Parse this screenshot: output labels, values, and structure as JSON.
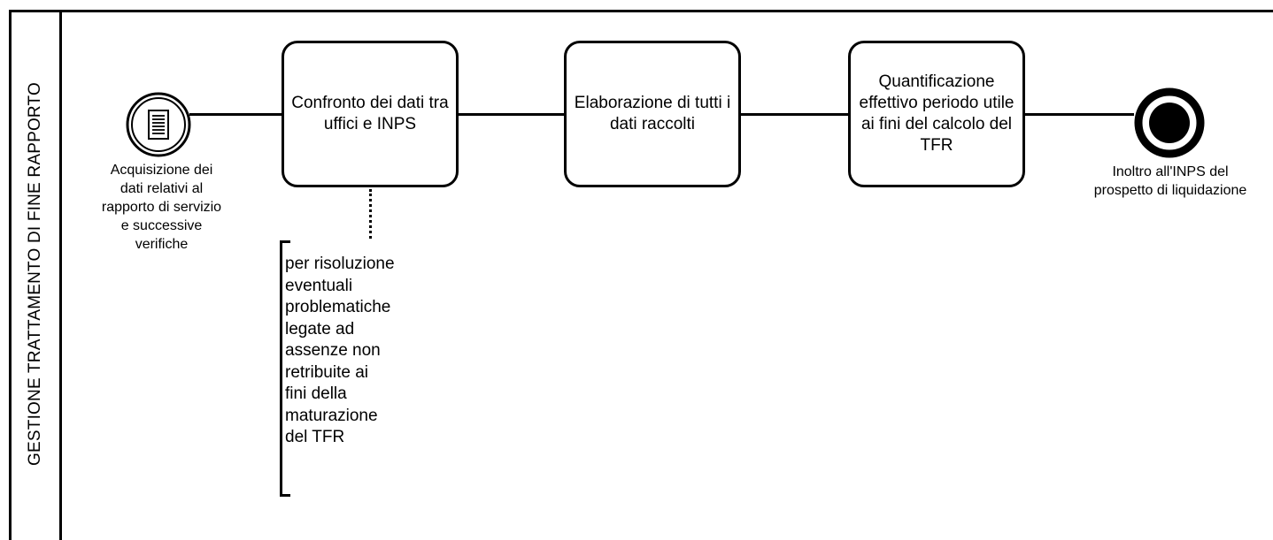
{
  "lane": {
    "title": "GESTIONE TRATTAMENTO DI FINE RAPPORTO"
  },
  "start_event": {
    "icon": "message-document-icon",
    "label": "Acquisizione dei dati relativi al rapporto di servizio e successive verifiche"
  },
  "tasks": [
    {
      "label": "Confronto dei dati tra uffici e INPS"
    },
    {
      "label": "Elaborazione di tutti i dati raccolti"
    },
    {
      "label": "Quantificazione effettivo periodo utile ai fini del calcolo del TFR"
    }
  ],
  "annotation": {
    "lines": [
      "per risoluzione",
      "eventuali",
      "problematiche",
      "legate ad",
      "assenze non",
      "retribuite ai",
      "fini della",
      "maturazione",
      "del TFR"
    ]
  },
  "end_event": {
    "label": "Inoltro all'INPS del prospetto di liquidazione"
  }
}
